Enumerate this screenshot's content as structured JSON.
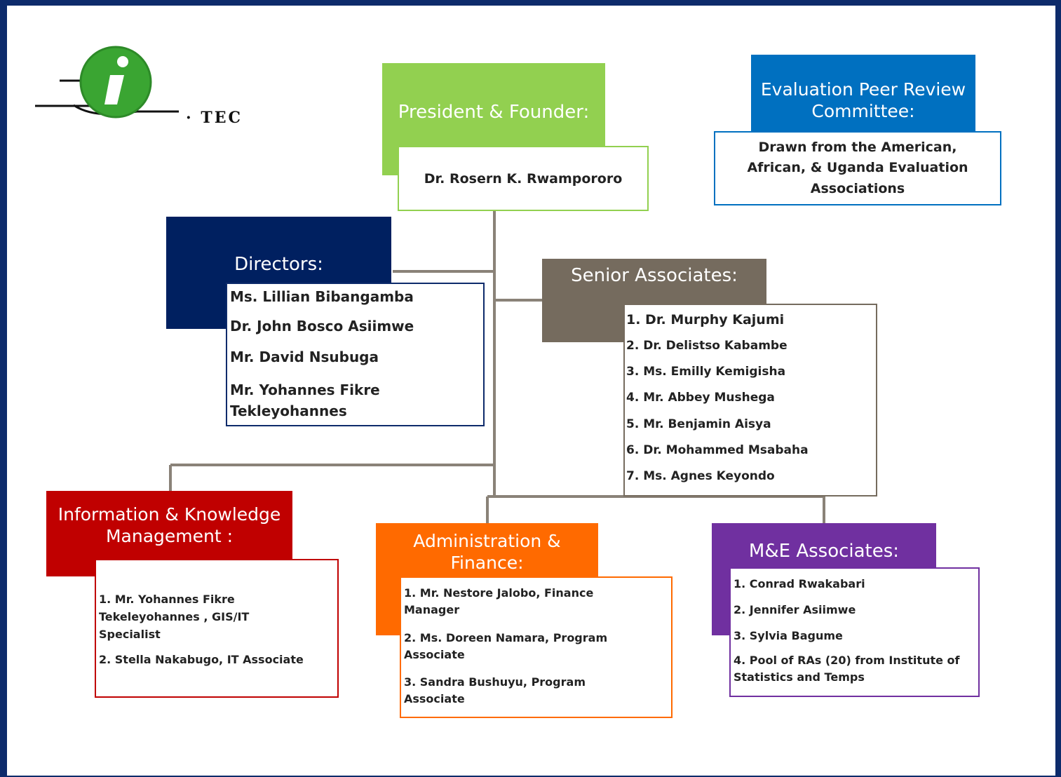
{
  "logo": {
    "mark": "i",
    "suffix": "· TEC",
    "colors": {
      "green": "#3aa532"
    }
  },
  "president": {
    "header": "President & Founder:",
    "name": "Dr. Rosern K. Rwampororo"
  },
  "peer_review": {
    "header": "Evaluation Peer Review Committee:",
    "body": "Drawn from the American, African, & Uganda  Evaluation Associations"
  },
  "directors": {
    "header": "Directors:",
    "members": [
      "Ms. Lillian  Bibangamba",
      "Dr. John Bosco Asiimwe",
      "Mr. David  Nsubuga",
      "Mr. Yohannes  Fikre Tekleyohannes"
    ]
  },
  "senior_associates": {
    "header": "Senior Associates:",
    "members": [
      "1. Dr. Murphy Kajumi",
      "2. Dr. Delistso Kabambe",
      "3. Ms. Emilly Kemigisha",
      "4. Mr. Abbey Mushega",
      "5. Mr. Benjamin Aisya",
      "6. Dr. Mohammed Msabaha",
      "7. Ms. Agnes Keyondo"
    ]
  },
  "ikm": {
    "header": "Information & Knowledge Management :",
    "members": [
      "1. Mr. Yohannes  Fikre Tekeleyohannes  , GIS/IT Specialist",
      "2. Stella Nakabugo, IT Associate"
    ]
  },
  "admin": {
    "header": "Administration & Finance:",
    "members": [
      "1. Mr. Nestore Jalobo, Finance Manager",
      "2. Ms. Doreen Namara, Program Associate",
      "3. Sandra Bushuyu,  Program Associate"
    ]
  },
  "me": {
    "header": "M&E Associates:",
    "members": [
      "1. Conrad  Rwakabari",
      "2. Jennifer Asiimwe",
      "3. Sylvia Bagume",
      "4. Pool of RAs (20) from Institute of Statistics and Temps"
    ]
  },
  "colors": {
    "frame": "#0d2b6b",
    "president": "#92d050",
    "peer_review": "#0070c0",
    "directors": "#002060",
    "senior": "#756b5e",
    "ikm": "#c00000",
    "admin": "#ff6a00",
    "me": "#7030a0",
    "connector": "#8a8278"
  }
}
